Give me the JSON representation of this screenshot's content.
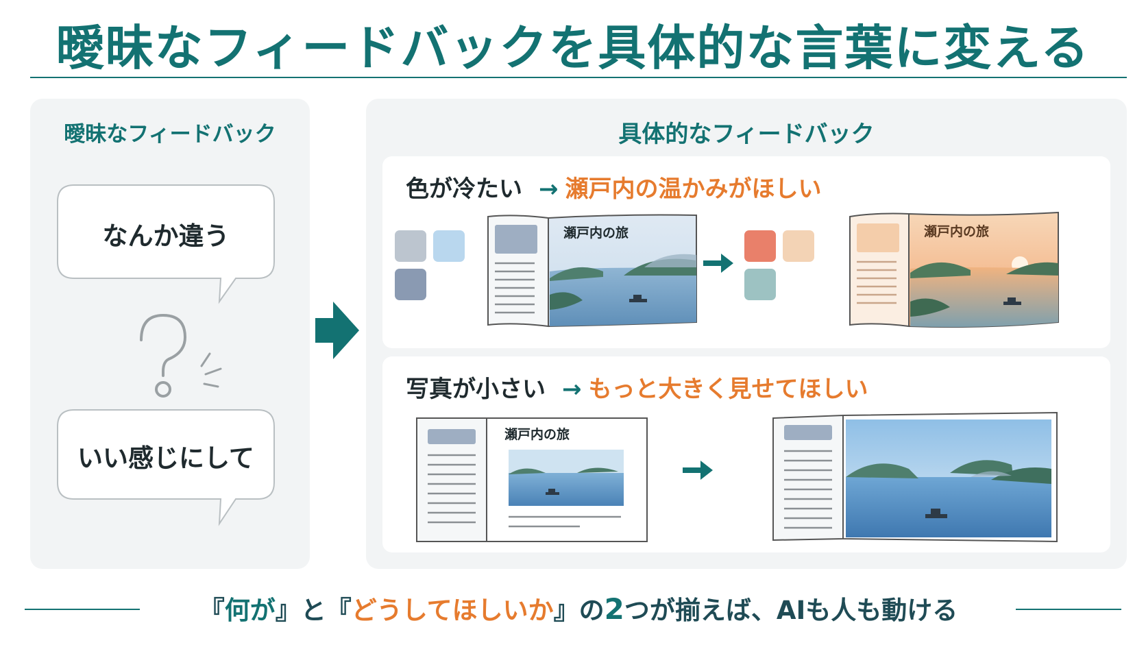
{
  "title": "曖昧なフィードバックを具体的な言葉に変える",
  "left_panel": {
    "heading": "曖昧なフィードバック",
    "bubble1": "なんか違う",
    "bubble2": "いい感じにして"
  },
  "right_panel": {
    "heading": "具体的なフィードバック",
    "row1": {
      "problem": "色が冷たい",
      "arrow": "→",
      "request": "瀬戸内の温かみがほしい",
      "brochure_title": "瀬戸内の旅"
    },
    "row2": {
      "problem": "写真が小さい",
      "arrow": "→",
      "request": "もっと大きく見せてほしい",
      "brochure_title": "瀬戸内の旅"
    }
  },
  "bottom": {
    "part1": "『",
    "what": "何が",
    "part2": "』と『",
    "how": "どうしてほしいか",
    "part3": "』の",
    "two": "2",
    "part4": "つが揃えば、AIも人も動ける"
  },
  "colors": {
    "teal": "#137272",
    "orange": "#e67b2e",
    "panel": "#f2f4f5",
    "cool_swatches": [
      "#bcc5cf",
      "#b9d7ee",
      "#8a9ab2"
    ],
    "warm_swatches": [
      "#e9806a",
      "#f3d3b5",
      "#9dc2c2"
    ]
  }
}
